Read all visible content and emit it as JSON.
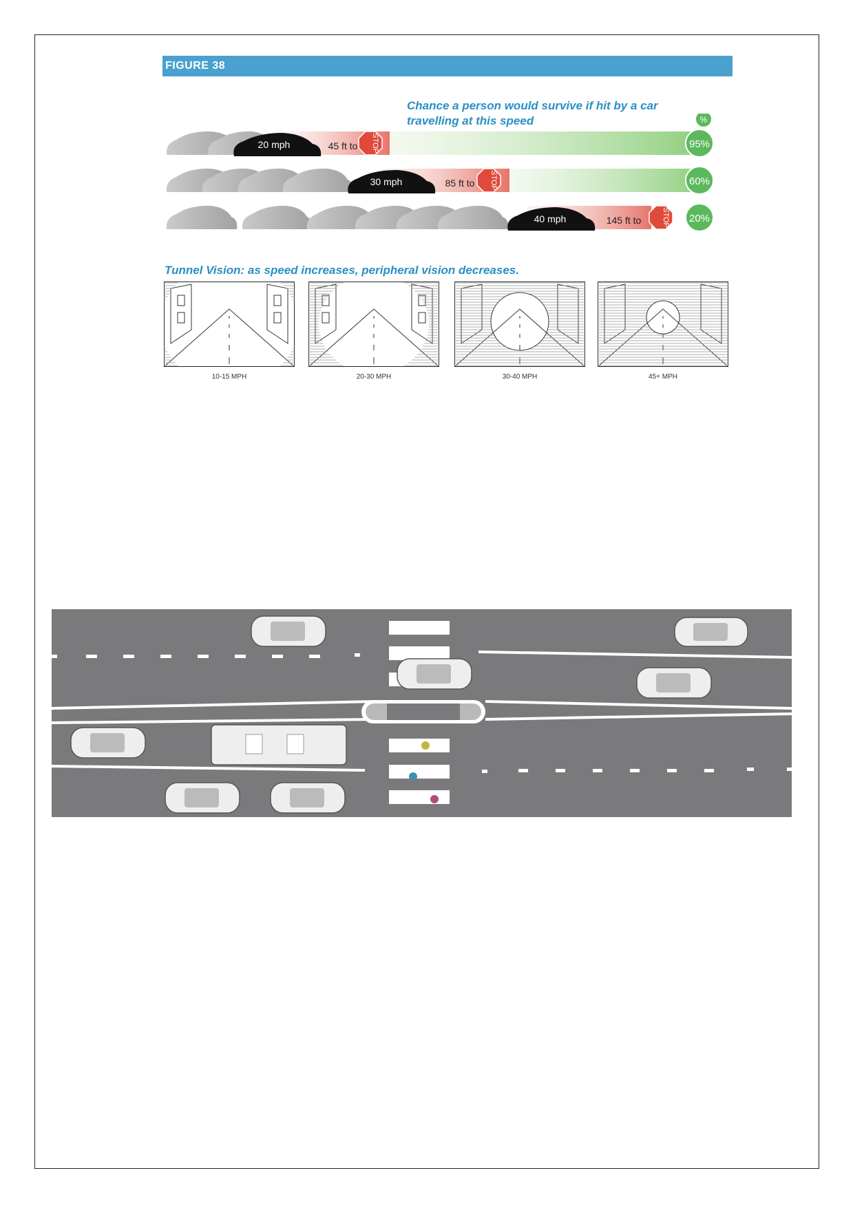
{
  "figure": {
    "label": "FIGURE 38"
  },
  "survival": {
    "title": "Chance a person would survive if hit by a car travelling at this speed",
    "percent_symbol": "%",
    "stop_label": "STOP",
    "rows": [
      {
        "speed": "20 mph",
        "distance": "45 ft to",
        "survival": "95%"
      },
      {
        "speed": "30 mph",
        "distance": "85 ft to",
        "survival": "60%"
      },
      {
        "speed": "40 mph",
        "distance": "145 ft to",
        "survival": "20%"
      }
    ]
  },
  "tunnel": {
    "title": "Tunnel Vision: as speed increases, peripheral vision decreases.",
    "panels": [
      {
        "label": "10-15 MPH"
      },
      {
        "label": "20-30 MPH"
      },
      {
        "label": "30-40 MPH"
      },
      {
        "label": "45+ MPH"
      }
    ]
  },
  "colors": {
    "header_blue": "#4aa1cf",
    "title_blue": "#2a8fc4",
    "stop_red": "#e04a3a",
    "survival_green": "#5cb85c",
    "road_gray": "#7a7a7c"
  }
}
